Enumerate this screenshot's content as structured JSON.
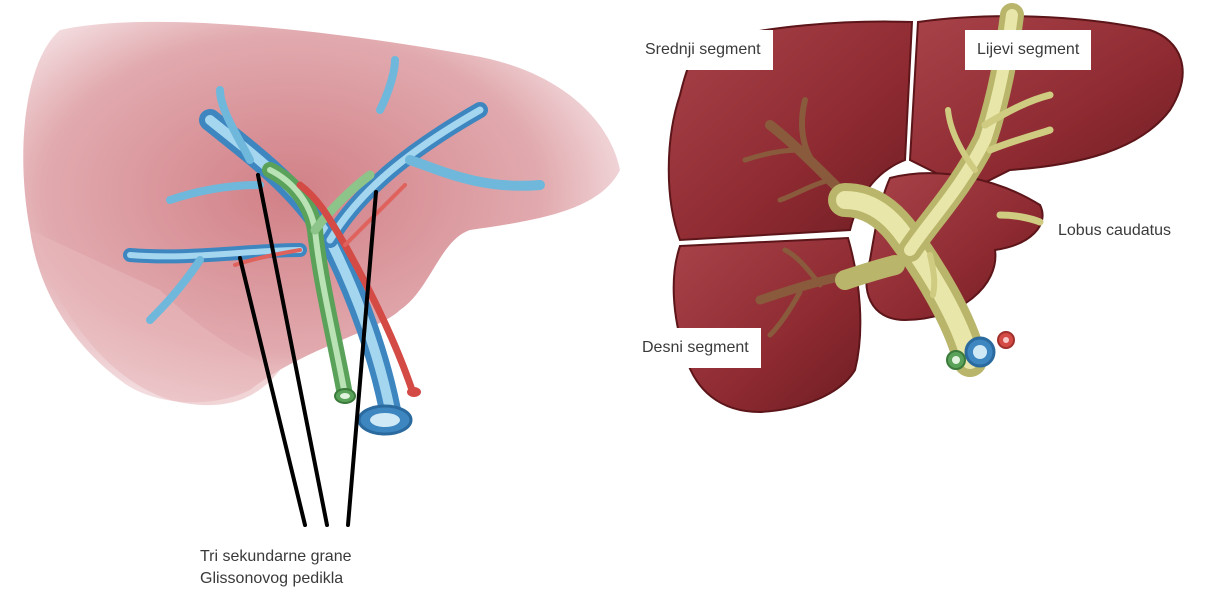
{
  "left_figure": {
    "caption_line1": "Tri sekundarne grane",
    "caption_line2": "Glissonovog pedikla"
  },
  "right_figure": {
    "labels": {
      "middle_segment": "Srednji segment",
      "left_segment": "Lijevi segment",
      "right_segment": "Desni segment",
      "caudate_lobe": "Lobus caudatus"
    }
  },
  "colors": {
    "liver_pink": "#d88a8f",
    "liver_dark": "#8e2a31",
    "portal_blue": "#6fb8dc",
    "bile_green": "#8cc48a",
    "artery_red": "#e0625c",
    "glisson_yellow": "#d9d68c",
    "bile_brown": "#8a5a3c"
  }
}
